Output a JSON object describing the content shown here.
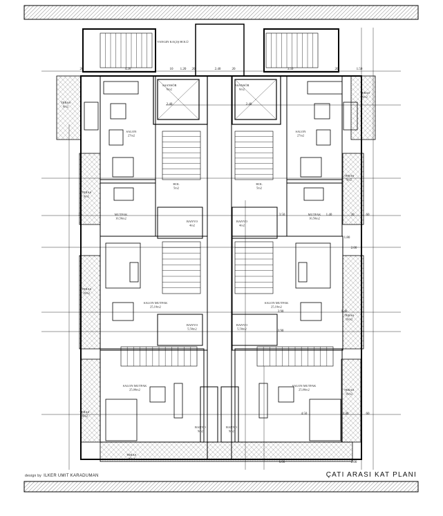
{
  "drawing": {
    "title": "ÇATI ARASI  KAT PLANI",
    "credit_prefix": "design by",
    "designer": "ILKER UMIT KARADUMAN"
  },
  "rooms": [
    {
      "name": "VANGIN KAÇIŞ HOLÜ",
      "area": ""
    },
    {
      "name": "ASANSÖR",
      "area": "6m2"
    },
    {
      "name": "ASANSÖR",
      "area": "6m2"
    },
    {
      "name": "SALON",
      "area": "27m2"
    },
    {
      "name": "SALON",
      "area": "27m2"
    },
    {
      "name": "HOL",
      "area": "5m2"
    },
    {
      "name": "HOL",
      "area": "5m2"
    },
    {
      "name": "MUTFAK",
      "area": "10,50m2"
    },
    {
      "name": "MUTFAK",
      "area": "10,50m2"
    },
    {
      "name": "BANYO",
      "area": "4m2"
    },
    {
      "name": "BANYO",
      "area": "4m2"
    },
    {
      "name": "SALON MUTFAK",
      "area": "25,10m2"
    },
    {
      "name": "SALON MUTFAK",
      "area": "25,10m2"
    },
    {
      "name": "BANYO",
      "area": "5,50m2"
    },
    {
      "name": "BANYO",
      "area": "5,50m2"
    },
    {
      "name": "SALON MUTFAK",
      "area": "25,00m2"
    },
    {
      "name": "SALON MUTFAK",
      "area": "25,00m2"
    },
    {
      "name": "BANYO",
      "area": "9m2"
    },
    {
      "name": "BANYO",
      "area": "9m2"
    },
    {
      "name": "TERAS",
      "area": "6m2"
    },
    {
      "name": "TERAS",
      "area": "6m2"
    },
    {
      "name": "TERAS",
      "area": "9m2"
    },
    {
      "name": "TERAS",
      "area": "9m2"
    },
    {
      "name": "TERAS",
      "area": "10m2"
    },
    {
      "name": "TERAS",
      "area": "10m2"
    },
    {
      "name": "TERAS",
      "area": "10m2"
    },
    {
      "name": "TERAS",
      "area": "16m2"
    },
    {
      "name": "TERAS",
      "area": "16m2"
    }
  ],
  "dimensions": [
    "20",
    "4.20",
    "10",
    "1.20",
    "20",
    "2.40",
    "20",
    "3.50",
    "20",
    "1.50",
    "2.40",
    "2.40",
    "20",
    "20",
    "3.50",
    "1.40",
    "60",
    "1.80",
    "2.00",
    "3.90",
    "3.90",
    "1.40",
    "4.50",
    "2.40",
    "60",
    "6.00",
    "2.00"
  ]
}
